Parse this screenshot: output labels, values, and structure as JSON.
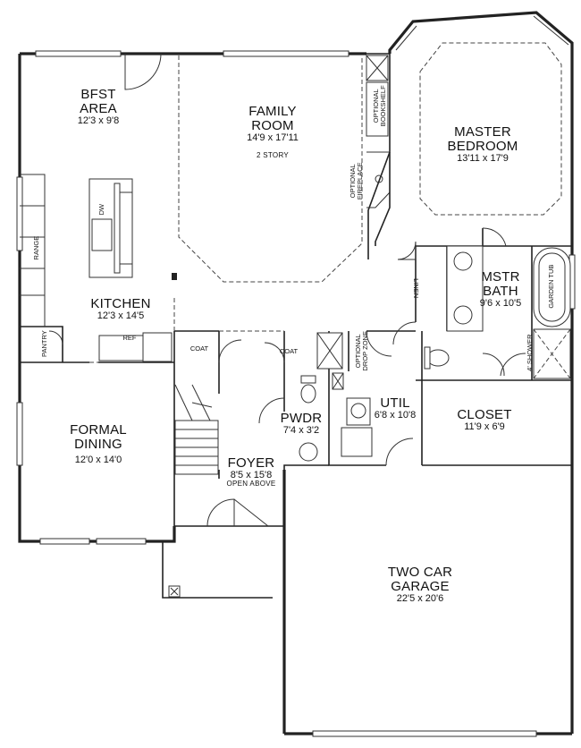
{
  "rooms": {
    "bfst": {
      "name1": "BFST",
      "name2": "AREA",
      "dim": "12'3 x 9'8"
    },
    "family": {
      "name1": "FAMILY",
      "name2": "ROOM",
      "dim": "14'9 x 17'11",
      "note": "2 STORY"
    },
    "master": {
      "name1": "MASTER",
      "name2": "BEDROOM",
      "dim": "13'11 x 17'9"
    },
    "kitchen": {
      "name": "KITCHEN",
      "dim": "12'3 x 14'5"
    },
    "mstr_bath": {
      "name1": "MSTR",
      "name2": "BATH",
      "dim": "9'6 x 10'5"
    },
    "formal_dining": {
      "name1": "FORMAL",
      "name2": "DINING",
      "dim": "12'0 x 14'0"
    },
    "foyer": {
      "name": "FOYER",
      "dim": "8'5 x 15'8",
      "note": "OPEN ABOVE"
    },
    "pwdr": {
      "name": "PWDR",
      "dim": "7'4 x 3'2"
    },
    "util": {
      "name": "UTIL",
      "dim": "6'8 x 10'8"
    },
    "closet": {
      "name": "CLOSET",
      "dim": "11'9 x 6'9"
    },
    "garage": {
      "name1": "TWO CAR",
      "name2": "GARAGE",
      "dim": "22'5 x 20'6"
    }
  },
  "fixtures": {
    "dw": "DW",
    "range": "RANGE",
    "pantry": "PANTRY",
    "ref": "REF",
    "coat1": "COAT",
    "coat2": "COAT",
    "linen": "LINEN",
    "garden_tub": "GARDEN TUB",
    "shower": "4' SHOWER",
    "optional_bookshelf_1": "OPTIONAL",
    "optional_bookshelf_2": "BOOKSHELF",
    "optional_fireplace_1": "OPTIONAL",
    "optional_fireplace_2": "FIREPLACE",
    "optional_drop_zone_1": "OPTIONAL",
    "optional_drop_zone_2": "DROP ZONE"
  }
}
